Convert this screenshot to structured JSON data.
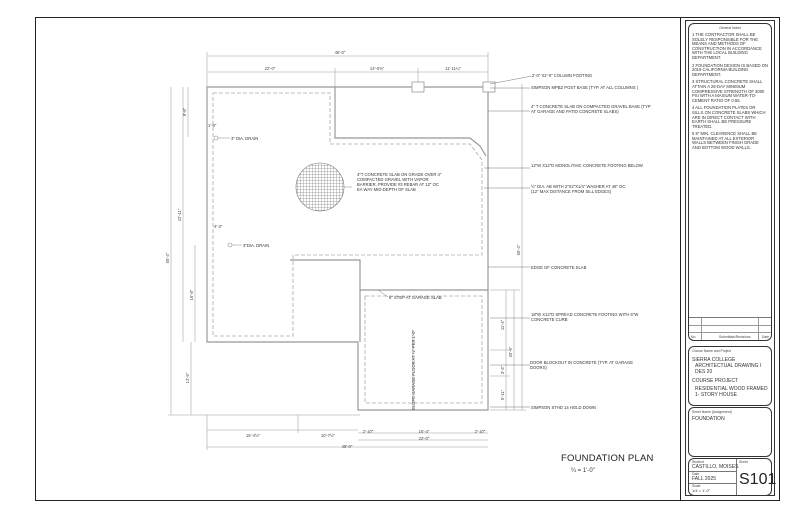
{
  "drawing": {
    "title": "FOUNDATION PLAN",
    "scale": "¼ = 1'-0\""
  },
  "dimensions": {
    "top_overall": "48'-0\"",
    "top_left": "22'-0\"",
    "top_mid": "14'-0¾\"",
    "top_right": "11'-11¼\"",
    "left_overall": "55'-4\"",
    "left_upper": "42'-11\"",
    "left_top_small": "8'-8\"",
    "left_mid": "16'-8\"",
    "left_lower": "12'-5\"",
    "drain_offset_1": "1'-9\"",
    "drain_offset_2": "4'-3\"",
    "right_overall": "55'-4\"",
    "right_1": "11'-4\"",
    "right_2": "20'-6\"",
    "right_3": "3'-4\"",
    "right_4": "5'-11\"",
    "bottom_left": "15'-4½\"",
    "bottom_mid": "10'-7½\"",
    "bottom_garage_left": "2'-10\"",
    "bottom_garage_mid": "16'-4\"",
    "bottom_garage_right": "2'-10\"",
    "bottom_garage_total": "22'-0\"",
    "bottom_overall": "48'-0\""
  },
  "annotations": {
    "column_footing": "2'-0\" x2'-0\" COLUMN FOOTING",
    "post_base": "SIMPSON MPBZ POST BASE (TYP. AT ALL COLUMNS )",
    "slab_patio": "4\" T CONCRETE SLAB ON COMPACTED GRAVEL BASE (TYP AT GARAGE AND PATIO CONCRETE SLABS)",
    "monolithic_footing": "12\"W X12\"D MONOLITHIC CONCRETE FOOTING BELOW",
    "anchor_bolt": "½\" DIA. AB WITH 2\"X2\"X1/4\" WASHER AT 48\" OC (12\" MAX DISTANCE FROM SILL EDGES)",
    "edge_slab": "EDGE OF CONCRETE SLAB",
    "spread_footing": "18\"W X12\"D SPREAD CONCRETE FOOTING WITH 6\"W CONCRETE CURB",
    "door_blockout": "DOOR BLOCKOUT IN CONCRETE (TYP. AT GARAGE DOORS)",
    "hold_down": "SIMPSON STHD 14 HOLD DOWN",
    "slab_main": "4\"T CONCRETE SLAB ON GRADE OVER 4\" COMPACTED GRAVEL WITH VAPOR BARRIER. PROVIDE #3 REBAR AT 12\" OC EA WAY MID-DEPTH OF SLAB",
    "drain_1": "3\" DIA. DRAIN",
    "drain_2": "3\"DIA. DRAIN",
    "step": "6\" STEP AT GARAGE SLAB",
    "slope": "SLOPE GARAGE FLOOR AT ⅛\" PER 1'-0\""
  },
  "title_block": {
    "general_notes_heading": "General Notes",
    "notes": [
      "1 THE CONTRACTOR SHALL BE SOLELY RESPONSIBLE FOR THE MEANS AND METHODS OF CONSTRUCTION IN ACCORDANCE WITH THE LOCAL BUILDING DEPARTMENT.",
      "2 FOUNDATION DESIGN IS BASED ON 2019 CALIFORNIA BUILDING DEPARTMENT.",
      "3 STRUCTURAL CONCRETE SHALL ATTAIN A 28-DAY MINIMUM COMPRESSIVE STRENGTH OF 3000 PSI WITH A MAXIUM WATER-TO-CEMENT RATIO OF 0.55.",
      "4 ALL FOUNDATION PLATES OR SILLS ON CONCRETE SLABS WHICH ARE IN DIRECT CONTACT WITH EARTH SHALL BE PRESSURE TREATED.",
      "5 8\" MIN. CLEARENCE SHALL BE MAINTAINED AT ALL EXTERIOR WALLS BETWEEN FINISH GRADE AND BOTTOM WOOD WALLS."
    ],
    "revisions_headers": [
      "No.",
      "Submittals/Revisions",
      "Date"
    ],
    "course_caption": "Course Name and Project",
    "course_lines": [
      "SIERRA  COLLEGE",
      "ARCHITECTUAL DRAWING I",
      "DES 20"
    ],
    "project_caption": "COURSE PROJECT",
    "project_lines": [
      "RESIDENTIAL WOOD FRAMED",
      "1- STORY HOUSE"
    ],
    "sheet_name_caption": "Sheet Name (Assignment)",
    "sheet_name": "FOUNDATION",
    "student_caption": "Student",
    "student": "CASTILLO, MOISES",
    "date_caption": "Date",
    "date": "FALL 2025",
    "scale_caption": "Scale",
    "scale": "1/4 = 1'-0\"",
    "sheet_caption": "Sheet",
    "sheet_number": "S101"
  }
}
